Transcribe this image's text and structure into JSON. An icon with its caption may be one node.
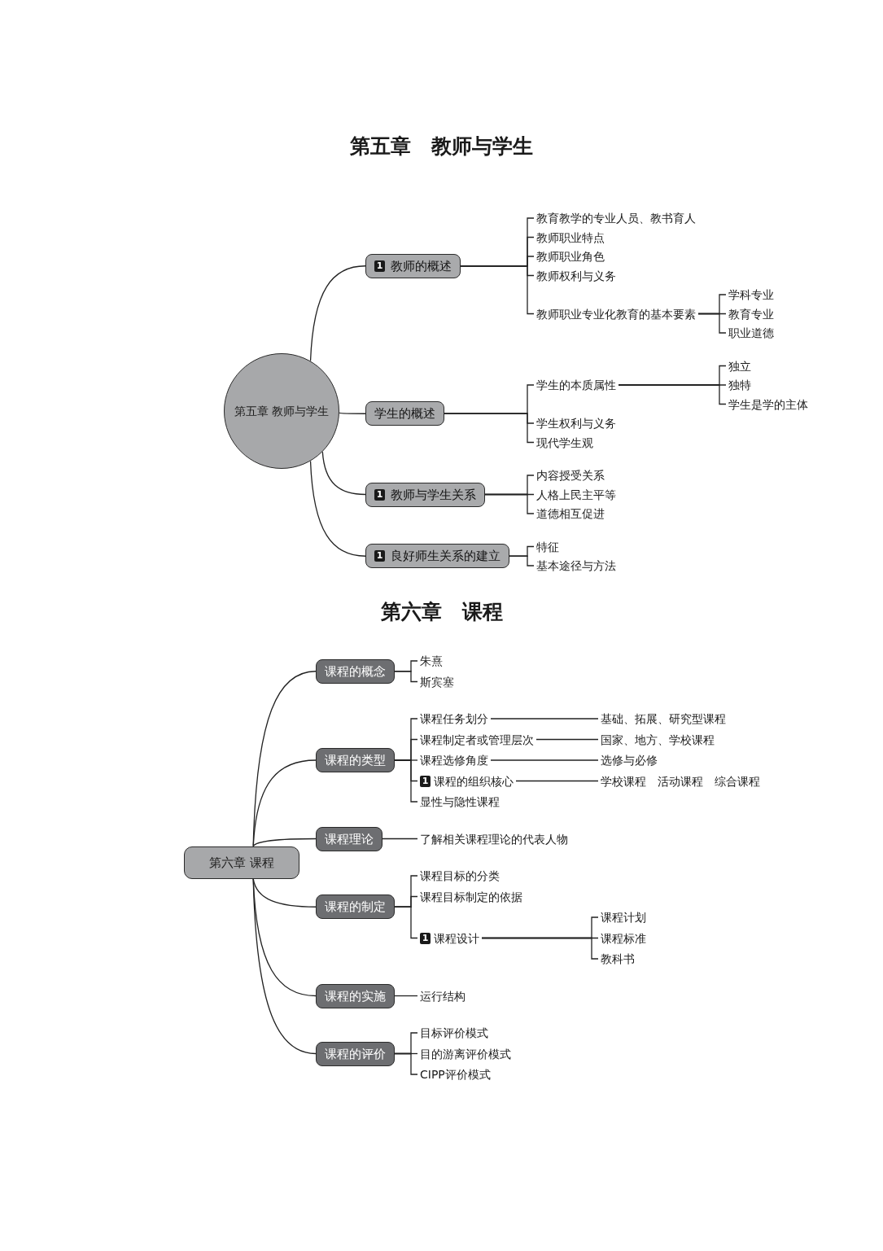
{
  "diagram": {
    "title": "第五章　教师与学生",
    "nodes": [
      {
        "text": [
          "第五章 教师与学生"
        ]
      },
      {
        "text": [
          "1",
          "教师的概述"
        ]
      },
      {
        "text": [
          "教育教学的专业人员、教书育人"
        ]
      },
      {
        "text": [
          "教师职业特点"
        ]
      },
      {
        "text": [
          "教师职业角色"
        ]
      },
      {
        "text": [
          "教师权利与义务"
        ]
      },
      {
        "text": [
          "教师职业专业化教育的基本要素"
        ]
      },
      {
        "text": [
          "学科专业"
        ]
      },
      {
        "text": [
          "教育专业"
        ]
      },
      {
        "text": [
          "职业道德"
        ]
      },
      {
        "text": [
          "学生的概述"
        ]
      },
      {
        "text": [
          "学生的本质属性"
        ]
      },
      {
        "text": [
          "独立"
        ]
      },
      {
        "text": [
          "独特"
        ]
      },
      {
        "text": [
          "学生是学的主体"
        ]
      },
      {
        "text": [
          "学生权利与义务"
        ]
      },
      {
        "text": [
          "现代学生观"
        ]
      },
      {
        "text": [
          "1",
          "教师与学生关系"
        ]
      },
      {
        "text": [
          "内容授受关系"
        ]
      },
      {
        "text": [
          "人格上民主平等"
        ]
      },
      {
        "text": [
          "道德相互促进"
        ]
      },
      {
        "text": [
          "1",
          "良好师生关系的建立"
        ]
      },
      {
        "text": [
          "特征"
        ]
      },
      {
        "text": [
          "基本途径与方法"
        ]
      },
      {
        "text": [
          "第六章 课程"
        ]
      },
      {
        "text": [
          "课程的概念"
        ]
      },
      {
        "text": [
          "朱熹"
        ]
      },
      {
        "text": [
          "斯宾塞"
        ]
      },
      {
        "text": [
          "课程的类型"
        ]
      },
      {
        "text": [
          "课程任务划分"
        ]
      },
      {
        "text": [
          "基础、拓展、研究型课程"
        ]
      },
      {
        "text": [
          "课程制定者或管理层次"
        ]
      },
      {
        "text": [
          "国家、地方、学校课程"
        ]
      },
      {
        "text": [
          "课程选修角度"
        ]
      },
      {
        "text": [
          "选修与必修"
        ]
      },
      {
        "text": [
          "1",
          "课程的组织核心"
        ]
      },
      {
        "text": [
          "学校课程　活动课程　综合课程"
        ]
      },
      {
        "text": [
          "显性与隐性课程"
        ]
      },
      {
        "text": [
          "课程理论"
        ]
      },
      {
        "text": [
          "了解相关课程理论的代表人物"
        ]
      },
      {
        "text": [
          "课程的制定"
        ]
      },
      {
        "text": [
          "课程目标的分类"
        ]
      },
      {
        "text": [
          "课程目标制定的依据"
        ]
      },
      {
        "text": [
          "1",
          "课程设计"
        ]
      },
      {
        "text": [
          "课程计划"
        ]
      },
      {
        "text": [
          "课程标准"
        ]
      },
      {
        "text": [
          "教科书"
        ]
      },
      {
        "text": [
          "课程的实施"
        ]
      },
      {
        "text": [
          "运行结构"
        ]
      },
      {
        "text": [
          "课程的评价"
        ]
      },
      {
        "text": [
          "目标评价模式"
        ]
      },
      {
        "text": [
          "目的游离评价模式"
        ]
      },
      {
        "text": [
          "CIPP评价模式"
        ]
      }
    ],
    "edges": [
      {
        "from": 0,
        "to": 1,
        "arrow": "none"
      },
      {
        "from": 1,
        "to": 2,
        "arrow": "none"
      },
      {
        "from": 1,
        "to": 3,
        "arrow": "none"
      },
      {
        "from": 1,
        "to": 4,
        "arrow": "none"
      },
      {
        "from": 1,
        "to": 5,
        "arrow": "none"
      },
      {
        "from": 1,
        "to": 6,
        "arrow": "none"
      },
      {
        "from": 6,
        "to": 7,
        "arrow": "none"
      },
      {
        "from": 6,
        "to": 8,
        "arrow": "none"
      },
      {
        "from": 6,
        "to": 9,
        "arrow": "none"
      },
      {
        "from": 0,
        "to": 10,
        "arrow": "none"
      },
      {
        "from": 10,
        "to": 11,
        "arrow": "none"
      },
      {
        "from": 11,
        "to": 12,
        "arrow": "none"
      },
      {
        "from": 11,
        "to": 13,
        "arrow": "none"
      },
      {
        "from": 11,
        "to": 14,
        "arrow": "none"
      },
      {
        "from": 10,
        "to": 15,
        "arrow": "none"
      },
      {
        "from": 10,
        "to": 16,
        "arrow": "none"
      },
      {
        "from": 0,
        "to": 17,
        "arrow": "none"
      },
      {
        "from": 17,
        "to": 18,
        "arrow": "none"
      },
      {
        "from": 17,
        "to": 19,
        "arrow": "none"
      },
      {
        "from": 17,
        "to": 20,
        "arrow": "none"
      },
      {
        "from": 0,
        "to": 21,
        "arrow": "none"
      },
      {
        "from": 21,
        "to": 22,
        "arrow": "none"
      },
      {
        "from": 21,
        "to": 23,
        "arrow": "none"
      },
      {
        "from": 24,
        "to": 25,
        "arrow": "none"
      },
      {
        "from": 25,
        "to": 26,
        "arrow": "none"
      },
      {
        "from": 25,
        "to": 27,
        "arrow": "none"
      },
      {
        "from": 24,
        "to": 28,
        "arrow": "none"
      },
      {
        "from": 28,
        "to": 29,
        "arrow": "none"
      },
      {
        "from": 29,
        "to": 30,
        "arrow": "none"
      },
      {
        "from": 28,
        "to": 31,
        "arrow": "none"
      },
      {
        "from": 31,
        "to": 32,
        "arrow": "none"
      },
      {
        "from": 28,
        "to": 33,
        "arrow": "none"
      },
      {
        "from": 33,
        "to": 34,
        "arrow": "none"
      },
      {
        "from": 28,
        "to": 35,
        "arrow": "none"
      },
      {
        "from": 35,
        "to": 36,
        "arrow": "none"
      },
      {
        "from": 28,
        "to": 37,
        "arrow": "none"
      },
      {
        "from": 24,
        "to": 38,
        "arrow": "none"
      },
      {
        "from": 38,
        "to": 39,
        "arrow": "none"
      },
      {
        "from": 24,
        "to": 40,
        "arrow": "none"
      },
      {
        "from": 40,
        "to": 41,
        "arrow": "none"
      },
      {
        "from": 40,
        "to": 42,
        "arrow": "none"
      },
      {
        "from": 40,
        "to": 43,
        "arrow": "none"
      },
      {
        "from": 43,
        "to": 44,
        "arrow": "none"
      },
      {
        "from": 43,
        "to": 45,
        "arrow": "none"
      },
      {
        "from": 43,
        "to": 46,
        "arrow": "none"
      },
      {
        "from": 24,
        "to": 47,
        "arrow": "none"
      },
      {
        "from": 47,
        "to": 48,
        "arrow": "none"
      },
      {
        "from": 24,
        "to": 49,
        "arrow": "none"
      },
      {
        "from": 49,
        "to": 50,
        "arrow": "none"
      },
      {
        "from": 49,
        "to": 51,
        "arrow": "none"
      },
      {
        "from": 49,
        "to": 52,
        "arrow": "none"
      }
    ],
    "labels": [
      "第六章　课程"
    ]
  }
}
